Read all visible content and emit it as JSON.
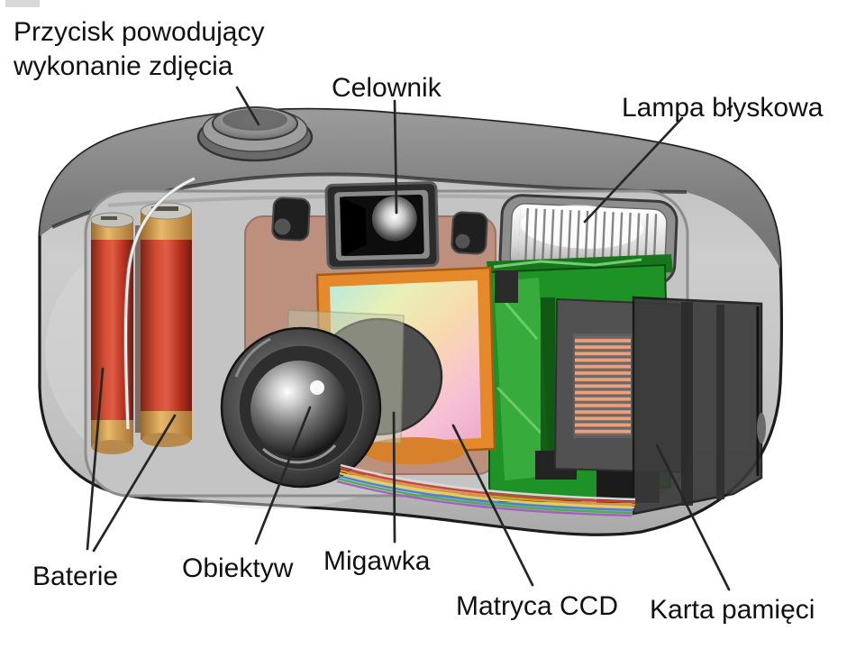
{
  "labels": {
    "shutter_release_line1": "Przycisk powodujący",
    "shutter_release_line2": "wykonanie zdjęcia",
    "viewfinder": "Celownik",
    "flash": "Lampa błyskowa",
    "batteries": "Baterie",
    "lens": "Obiektyw",
    "shutter": "Migawka",
    "ccd": "Matryca CCD",
    "memory_card": "Karta pamięci"
  },
  "colors": {
    "background": "#ffffff",
    "label_text": "#111111",
    "leader_line": "#262626",
    "body_gray": "#c4c4c4",
    "body_outline": "#1c1c1c",
    "battery_red": "#cf3a26",
    "battery_cap_gold": "#cf9a4e",
    "pcb_green": "#1e9127",
    "ccd_frame_orange": "#e6892b",
    "ccd_contact_orange": "#f0a078",
    "card_gray": "#515151"
  }
}
